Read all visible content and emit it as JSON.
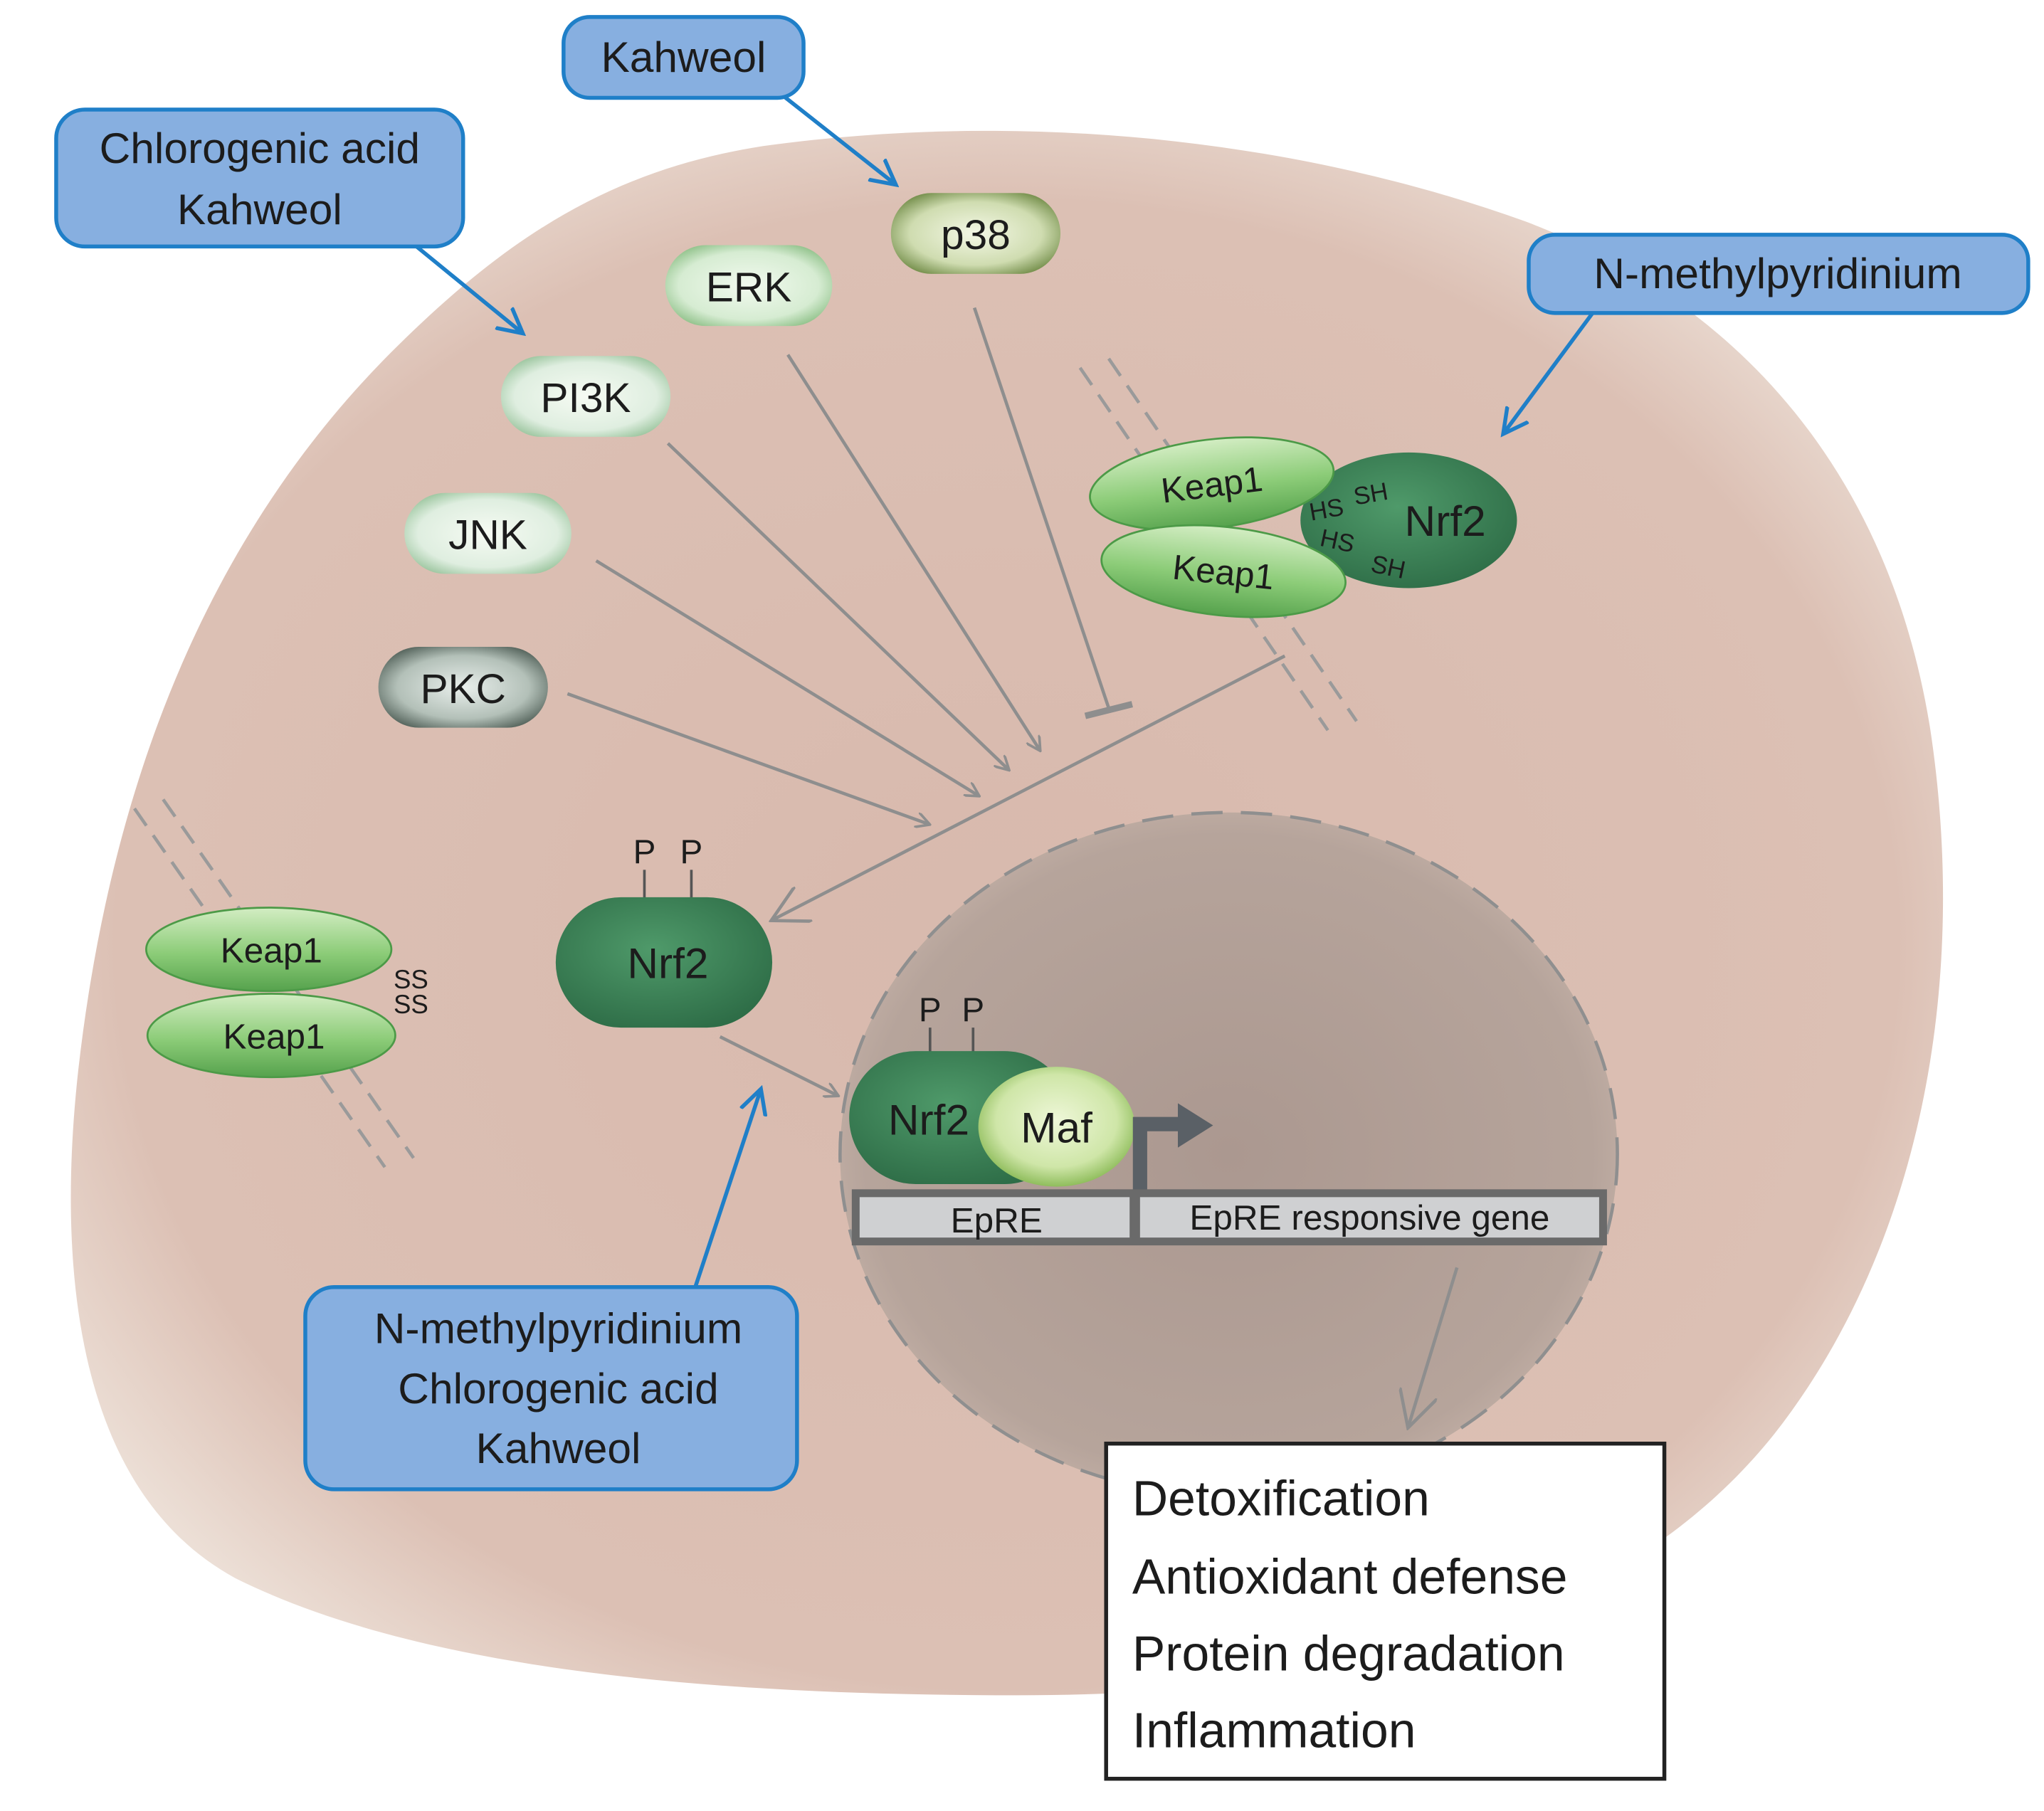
{
  "colors": {
    "cell": "#dcc0b4",
    "cell_edge": "#eadbd1",
    "nucleus": "#b3a199",
    "callout_fill": "#87afe0",
    "callout_stroke": "#1f7fc8",
    "arrow_blue": "#1f7fc8",
    "arrow_gray": "#8e8e8e",
    "dark_green": "#3d8358",
    "mid_green": "#7fbf6b",
    "light_green": "#c8e6b8",
    "olive": "#7f9858",
    "dark_gray_green": "#5f6e66"
  },
  "callouts": {
    "top_left": {
      "line1": "Chlorogenic acid",
      "line2": "Kahweol"
    },
    "top_center": {
      "line1": "Kahweol"
    },
    "top_right": {
      "line1": "N-methylpyridinium"
    },
    "bottom": {
      "line1": "N-methylpyridinium",
      "line2": "Chlorogenic acid",
      "line3": "Kahweol"
    }
  },
  "kinases": {
    "p38": "p38",
    "erk": "ERK",
    "pi3k": "PI3K",
    "jnk": "JNK",
    "pkc": "PKC"
  },
  "complex_right": {
    "keap1_top": "Keap1",
    "keap1_bottom": "Keap1",
    "nrf2": "Nrf2",
    "thiol_1": "HS",
    "thiol_2": "SH",
    "thiol_3": "HS",
    "thiol_4": "SH"
  },
  "complex_left": {
    "keap1_top": "Keap1",
    "keap1_bottom": "Keap1",
    "disulfide_1": "SS",
    "disulfide_2": "SS"
  },
  "free_nrf2": {
    "label": "Nrf2",
    "p1": "P",
    "p2": "P"
  },
  "nucleus": {
    "nrf2": "Nrf2",
    "maf": "Maf",
    "p1": "P",
    "p2": "P",
    "epre": "EpRE",
    "gene": "EpRE responsive gene"
  },
  "outcomes": {
    "items": [
      "Detoxification",
      "Antioxidant defense",
      "Protein degradation",
      "Inflammation"
    ]
  }
}
